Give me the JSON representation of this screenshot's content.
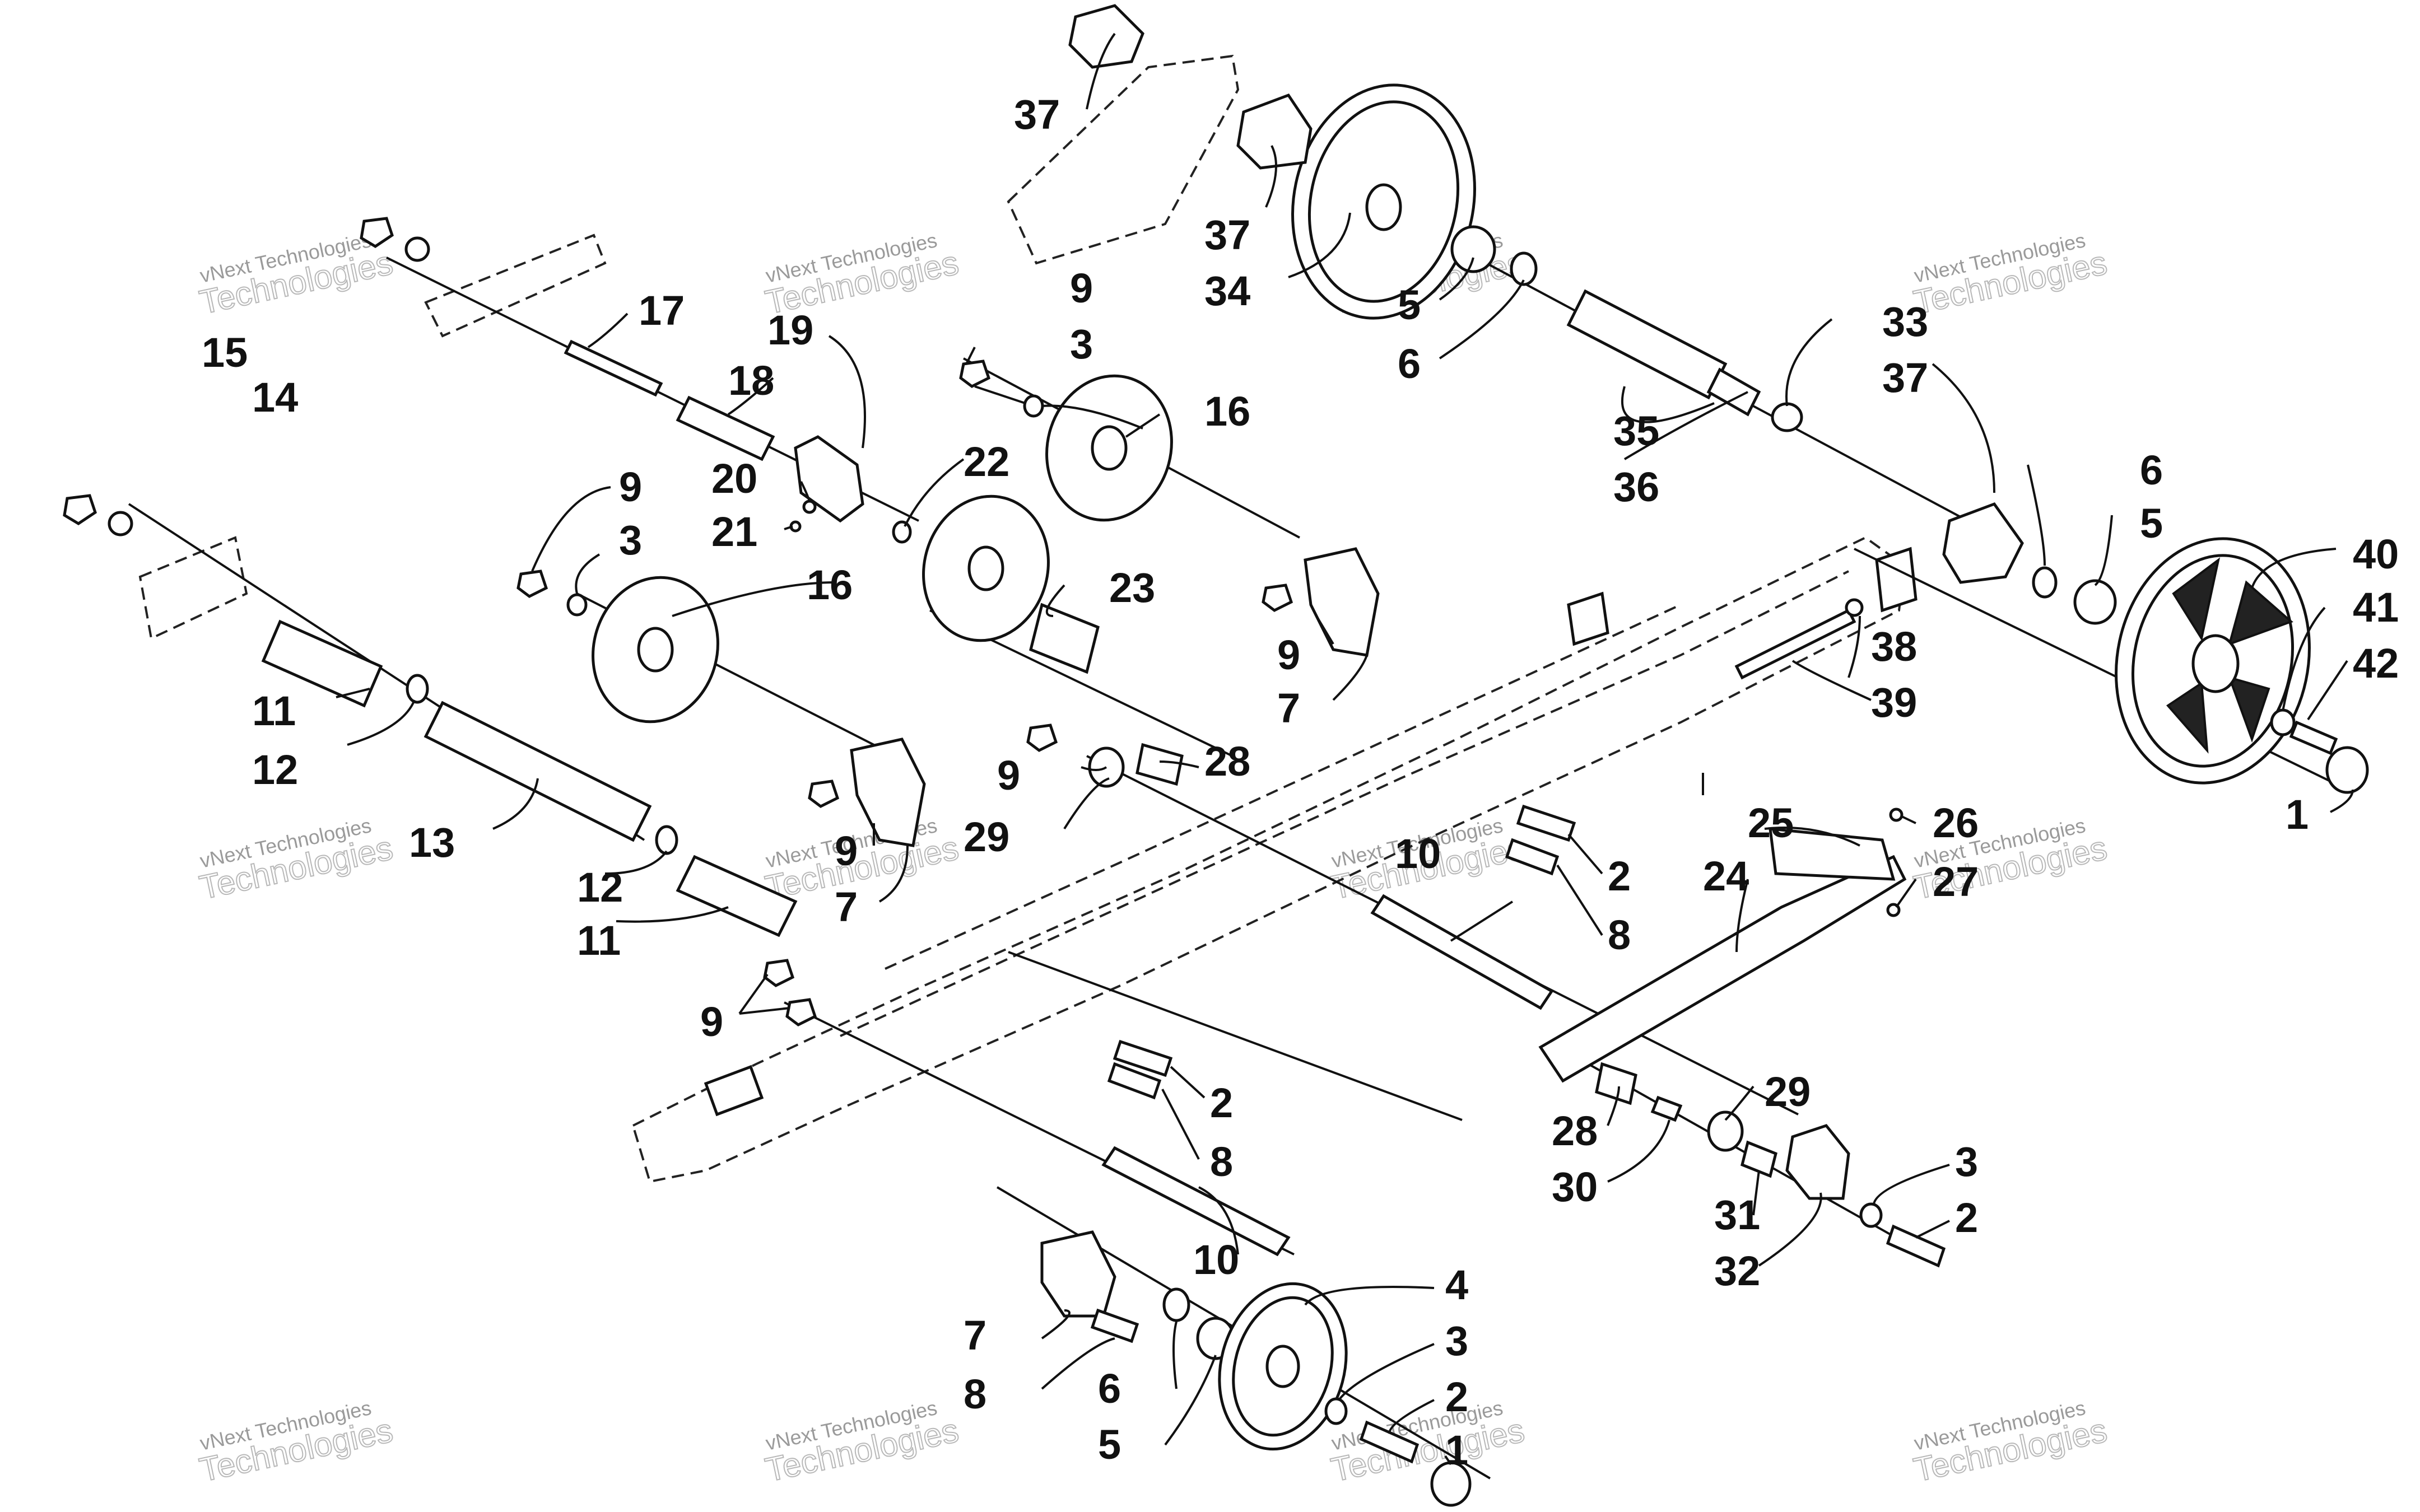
{
  "watermark": {
    "line1": "vNext Technologies",
    "line2": "Technologies"
  },
  "callouts": [
    "1",
    "2",
    "3",
    "4",
    "5",
    "6",
    "7",
    "8",
    "9",
    "10",
    "11",
    "12",
    "13",
    "14",
    "15",
    "16",
    "17",
    "18",
    "19",
    "20",
    "21",
    "22",
    "23",
    "24",
    "25",
    "26",
    "27",
    "28",
    "29",
    "30",
    "31",
    "32",
    "33",
    "34",
    "35",
    "36",
    "37",
    "38",
    "39",
    "40",
    "41",
    "42"
  ]
}
